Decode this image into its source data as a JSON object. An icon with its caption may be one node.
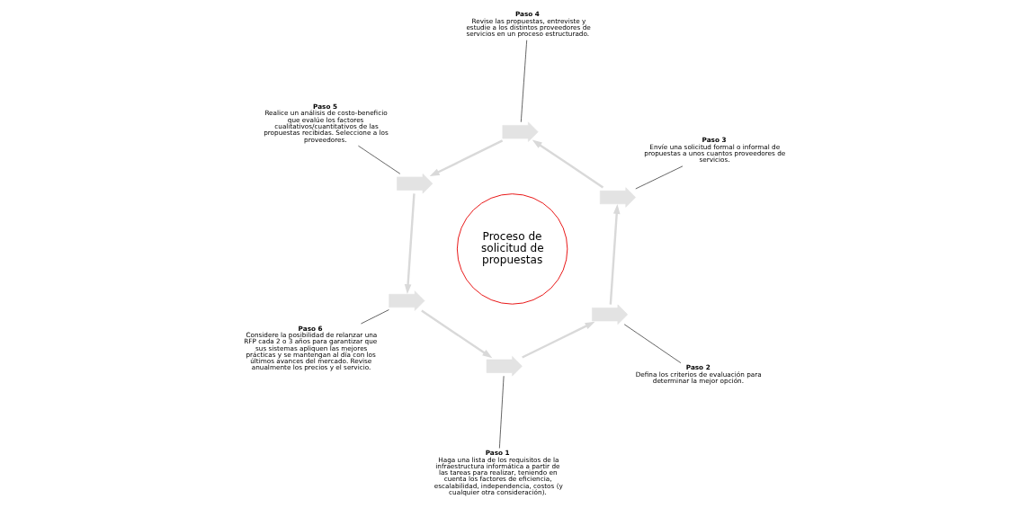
{
  "diagram": {
    "nodes": [
      {
        "text": [
          "Proceso de solicitud de propuestas"
        ]
      },
      {
        "text": [
          "Paso 1",
          "Haga una lista de los requisitos de la infraestructura informática a partir de las tareas para realizar, teniendo en cuenta los factores de eficiencia, escalabilidad, independencia, costos (y cualquier otra consideración)."
        ]
      },
      {
        "text": [
          "Paso 2",
          "Defina los criterios de evaluación para determinar la mejor opción."
        ]
      },
      {
        "text": [
          "Paso 3",
          "Envíe una solicitud formal o informal de propuestas a unos cuantos proveedores de servicios."
        ]
      },
      {
        "text": [
          "Paso 4",
          "Revise las propuestas, entreviste y estudie a los distintos proveedores de servicios en un proceso estructurado."
        ]
      },
      {
        "text": [
          "Paso 5",
          "Realice un análisis de costo-beneficio que evalúe los factores cualitativos/cuantitativos de las propuestas recibidas. Seleccione a los proveedores."
        ]
      },
      {
        "text": [
          "Paso 6",
          "Considere la posibilidad de relanzar una RFP cada 2 o 3 años para garantizar que sus sistemas apliquen las mejores prácticas y se mantengan al día con los últimos avances del mercado. Revise anualmente los precios y el servicio."
        ]
      },
      {
        "text": [],
        "shape": "arrow"
      },
      {
        "text": [],
        "shape": "arrow"
      },
      {
        "text": [],
        "shape": "arrow"
      },
      {
        "text": [],
        "shape": "arrow"
      },
      {
        "text": [],
        "shape": "arrow"
      },
      {
        "text": [],
        "shape": "arrow"
      }
    ],
    "edges": [
      {
        "from": 1,
        "to": 7,
        "arrow": "none"
      },
      {
        "from": 2,
        "to": 8,
        "arrow": "none"
      },
      {
        "from": 3,
        "to": 9,
        "arrow": "none"
      },
      {
        "from": 4,
        "to": 10,
        "arrow": "none"
      },
      {
        "from": 5,
        "to": 11,
        "arrow": "none"
      },
      {
        "from": 6,
        "to": 12,
        "arrow": "none"
      },
      {
        "from": 7,
        "to": 8,
        "arrow": "to",
        "style": "thick",
        "color": "#d9d9d9"
      },
      {
        "from": 8,
        "to": 9,
        "arrow": "to",
        "style": "thick",
        "color": "#d9d9d9"
      },
      {
        "from": 9,
        "to": 10,
        "arrow": "to",
        "style": "thick",
        "color": "#d9d9d9"
      },
      {
        "from": 10,
        "to": 11,
        "arrow": "to",
        "style": "thick",
        "color": "#d9d9d9"
      },
      {
        "from": 11,
        "to": 12,
        "arrow": "to",
        "style": "thick",
        "color": "#d9d9d9"
      },
      {
        "from": 12,
        "to": 7,
        "arrow": "to",
        "style": "thick",
        "color": "#d9d9d9"
      }
    ]
  }
}
